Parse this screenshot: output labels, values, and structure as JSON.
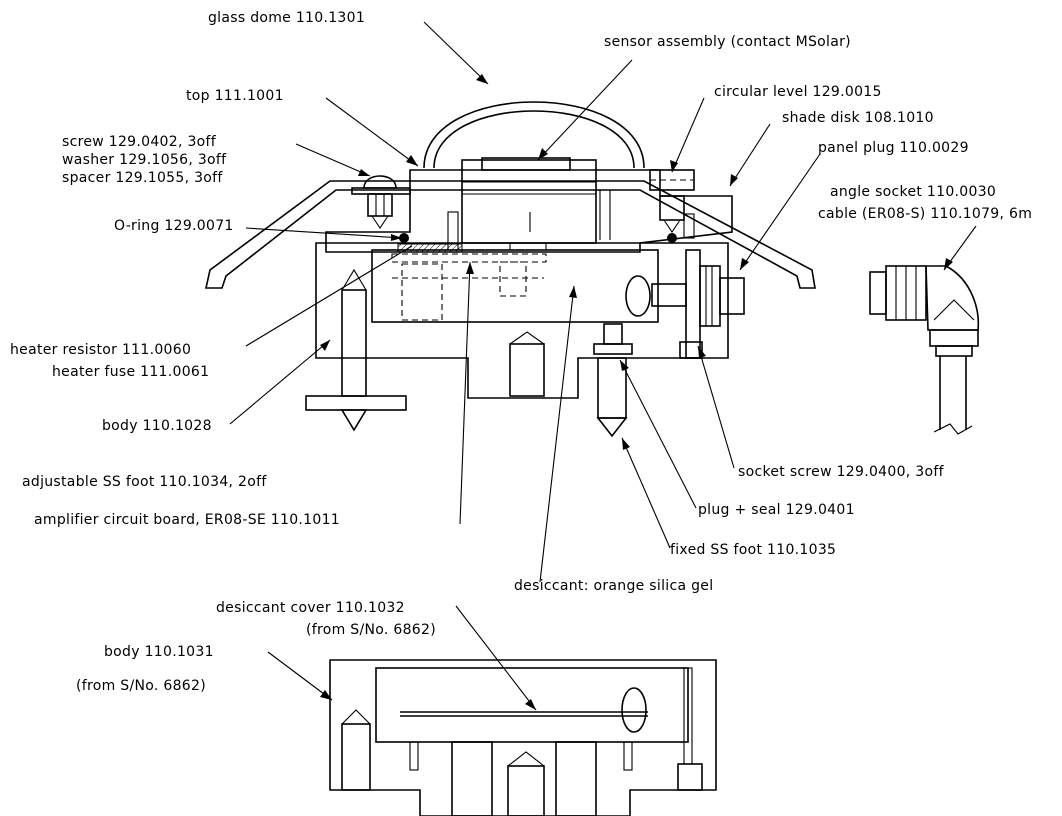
{
  "labels": {
    "glass_dome": "glass dome 110.1301",
    "sensor_assembly": "sensor assembly (contact MSolar)",
    "top": "top 111.1001",
    "circular_level": "circular level 129.0015",
    "shade_disk": "shade disk 108.1010",
    "screw": "screw 129.0402, 3off",
    "washer": "washer 129.1056, 3off",
    "spacer": "spacer 129.1055, 3off",
    "panel_plug": "panel plug 110.0029",
    "angle_socket": "angle socket 110.0030",
    "cable": "cable (ER08-S) 110.1079, 6m",
    "o_ring": "O-ring 129.0071",
    "heater_resistor": "heater resistor 111.0060",
    "heater_fuse": "heater fuse 111.0061",
    "body_upper": "body 110.1028",
    "adjustable_foot": "adjustable SS foot 110.1034, 2off",
    "amplifier_board": "amplifier circuit board, ER08-SE 110.1011",
    "socket_screw": "socket screw 129.0400, 3off",
    "plug_seal": "plug + seal 129.0401",
    "fixed_foot": "fixed SS foot 110.1035",
    "desiccant": "desiccant: orange silica gel",
    "desiccant_cover": "desiccant cover 110.1032",
    "desiccant_cover_note": "(from S/No. 6862)",
    "body_lower": "body 110.1031",
    "body_lower_note": "(from S/No. 6862)"
  },
  "colors": {
    "line": "#000000",
    "background": "#ffffff"
  }
}
